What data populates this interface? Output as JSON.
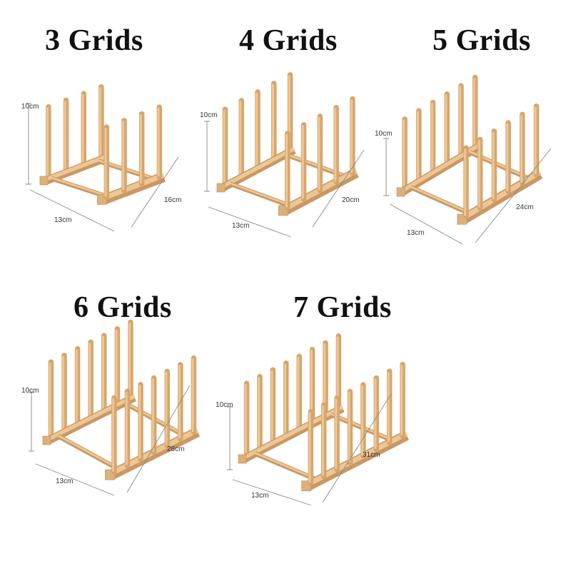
{
  "colors": {
    "wood_light": "#ecc796",
    "wood_mid": "#dcb07a",
    "wood_dark": "#c99864",
    "peg_shade": "#d6a56c",
    "dim_line": "#888888",
    "background": "#ffffff"
  },
  "racks": [
    {
      "title": "3 Grids",
      "grids": 3,
      "height_label": "10cm",
      "width_label": "13cm",
      "length_label": "16cm"
    },
    {
      "title": "4 Grids",
      "grids": 4,
      "height_label": "10cm",
      "width_label": "13cm",
      "length_label": "20cm"
    },
    {
      "title": "5 Grids",
      "grids": 5,
      "height_label": "10cm",
      "width_label": "13cm",
      "length_label": "24cm"
    },
    {
      "title": "6 Grids",
      "grids": 6,
      "height_label": "10cm",
      "width_label": "13cm",
      "length_label": "28cm"
    },
    {
      "title": "7 Grids",
      "grids": 7,
      "height_label": "10cm",
      "width_label": "13cm",
      "length_label": "31cm"
    }
  ]
}
